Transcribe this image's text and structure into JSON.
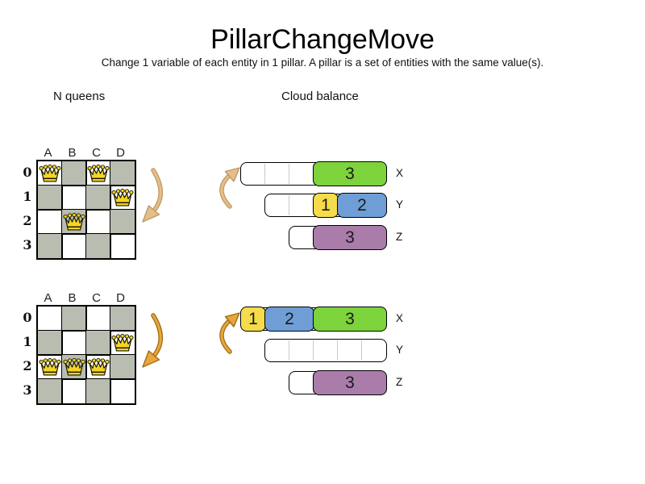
{
  "header": {
    "title": "PillarChangeMove",
    "subtitle": "Change 1 variable of each entity in 1 pillar. A pillar is a set of entities with the same value(s)."
  },
  "sections": {
    "left_label": "N queens",
    "right_label": "Cloud balance"
  },
  "colors": {
    "green": "#7dd33b",
    "yellow": "#f6dc4b",
    "blue": "#6f9ed6",
    "purple": "#aa7caa",
    "board_gray": "#b9bdb1",
    "queen_gold": "#f5d327",
    "arrow_faded": "#e4bf8b",
    "arrow_faded_dark": "#bf9a63",
    "arrow_strong": "#eaa53c",
    "arrow_strong_dark": "#9e6e14"
  },
  "boards": {
    "columns": [
      "A",
      "B",
      "C",
      "D"
    ],
    "rows": [
      "0",
      "1",
      "2",
      "3"
    ],
    "before": {
      "queens": [
        {
          "col": 0,
          "row": 0
        },
        {
          "col": 2,
          "row": 0
        },
        {
          "col": 3,
          "row": 1
        },
        {
          "col": 1,
          "row": 2
        }
      ]
    },
    "after": {
      "queens": [
        {
          "col": 3,
          "row": 1
        },
        {
          "col": 0,
          "row": 2
        },
        {
          "col": 1,
          "row": 2
        },
        {
          "col": 2,
          "row": 2
        }
      ]
    }
  },
  "cloud": {
    "before": {
      "bars": [
        {
          "label": "X",
          "units": 6,
          "blocks": [
            {
              "value": "3",
              "color": "green",
              "start": 3,
              "size": 3
            }
          ]
        },
        {
          "label": "Y",
          "units": 5,
          "blocks": [
            {
              "value": "1",
              "color": "yellow",
              "start": 2,
              "size": 1
            },
            {
              "value": "2",
              "color": "blue",
              "start": 3,
              "size": 2
            }
          ]
        },
        {
          "label": "Z",
          "units": 4,
          "blocks": [
            {
              "value": "3",
              "color": "purple",
              "start": 1,
              "size": 3
            }
          ]
        }
      ]
    },
    "after": {
      "bars": [
        {
          "label": "X",
          "units": 6,
          "blocks": [
            {
              "value": "1",
              "color": "yellow",
              "start": 0,
              "size": 1
            },
            {
              "value": "2",
              "color": "blue",
              "start": 1,
              "size": 2
            },
            {
              "value": "3",
              "color": "green",
              "start": 3,
              "size": 3
            }
          ]
        },
        {
          "label": "Y",
          "units": 5,
          "blocks": []
        },
        {
          "label": "Z",
          "units": 4,
          "blocks": [
            {
              "value": "3",
              "color": "purple",
              "start": 1,
              "size": 3
            }
          ]
        }
      ]
    }
  }
}
